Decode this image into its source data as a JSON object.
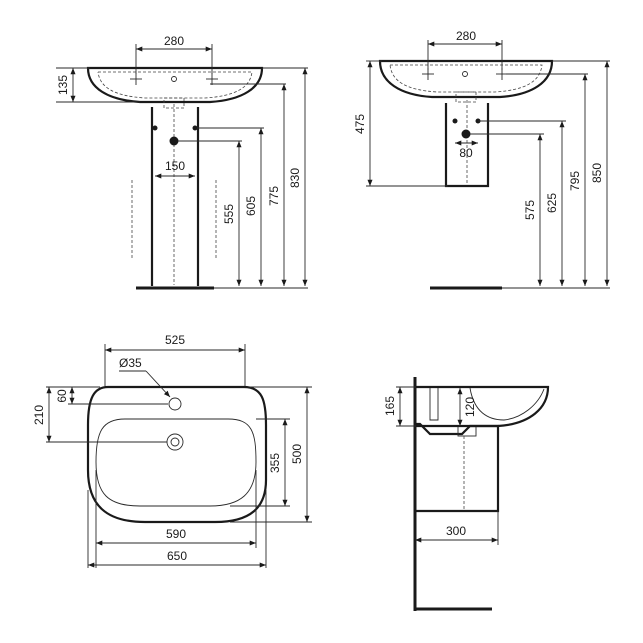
{
  "drawing": {
    "views": {
      "pedestal_front": {
        "dims": {
          "basin_hole_spacing": "280",
          "basin_height": "135",
          "pedestal_hole_spacing": "150",
          "h_555": "555",
          "h_605": "605",
          "h_775": "775",
          "h_830": "830"
        }
      },
      "semi_pedestal_front": {
        "dims": {
          "basin_hole_spacing": "280",
          "wall_height": "475",
          "hole_spacing": "80",
          "h_575": "575",
          "h_625": "625",
          "h_795": "795",
          "h_850": "850"
        }
      },
      "top_view": {
        "dims": {
          "fixing_width": "525",
          "tap_hole": "Ø35",
          "tap_offset": "60",
          "rim_to_waste": "210",
          "bowl_depth": "355",
          "total_depth": "500",
          "bowl_width": "590",
          "total_width": "650"
        }
      },
      "side_view": {
        "dims": {
          "basin_height": "165",
          "waste_height": "120",
          "pedestal_projection": "300"
        }
      }
    }
  }
}
